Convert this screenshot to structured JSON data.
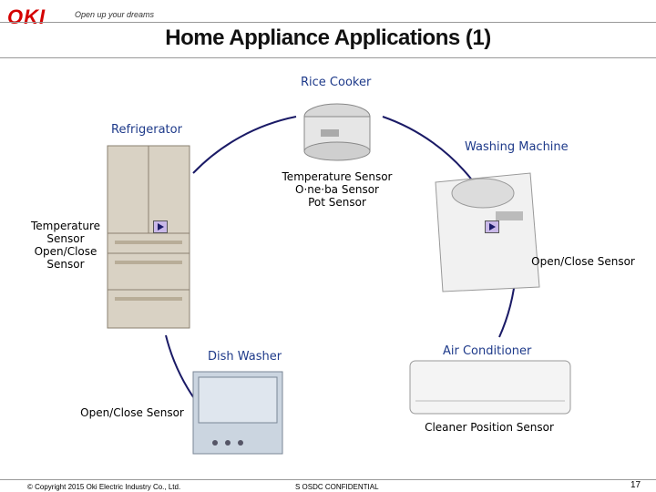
{
  "header": {
    "logo": "OKI",
    "tagline": "Open up your dreams",
    "title": "Home Appliance Applications (1)"
  },
  "appliances": {
    "rice_cooker": {
      "label": "Rice Cooker",
      "sensors": [
        "Temperature Sensor",
        "O·ne·ba Sensor",
        "Pot Sensor"
      ]
    },
    "refrigerator": {
      "label": "Refrigerator",
      "sensors": [
        "Temperature",
        "Sensor",
        "Open/Close",
        "Sensor"
      ]
    },
    "washing_machine": {
      "label": "Washing Machine",
      "sensors": [
        "Open/Close Sensor"
      ]
    },
    "dish_washer": {
      "label": "Dish Washer",
      "sensors": [
        "Open/Close Sensor"
      ]
    },
    "air_conditioner": {
      "label": "Air Conditioner",
      "sensors": [
        "Cleaner Position Sensor"
      ]
    }
  },
  "footer": {
    "copyright": "© Copyright 2015 Oki Electric Industry Co., Ltd.",
    "confidential": "S OSDC CONFIDENTIAL",
    "page_number": "17"
  },
  "colors": {
    "logo": "#d40000",
    "label": "#1e3a8a",
    "cycle_line": "#1a1a66",
    "play_button": "#c9b8e8"
  }
}
